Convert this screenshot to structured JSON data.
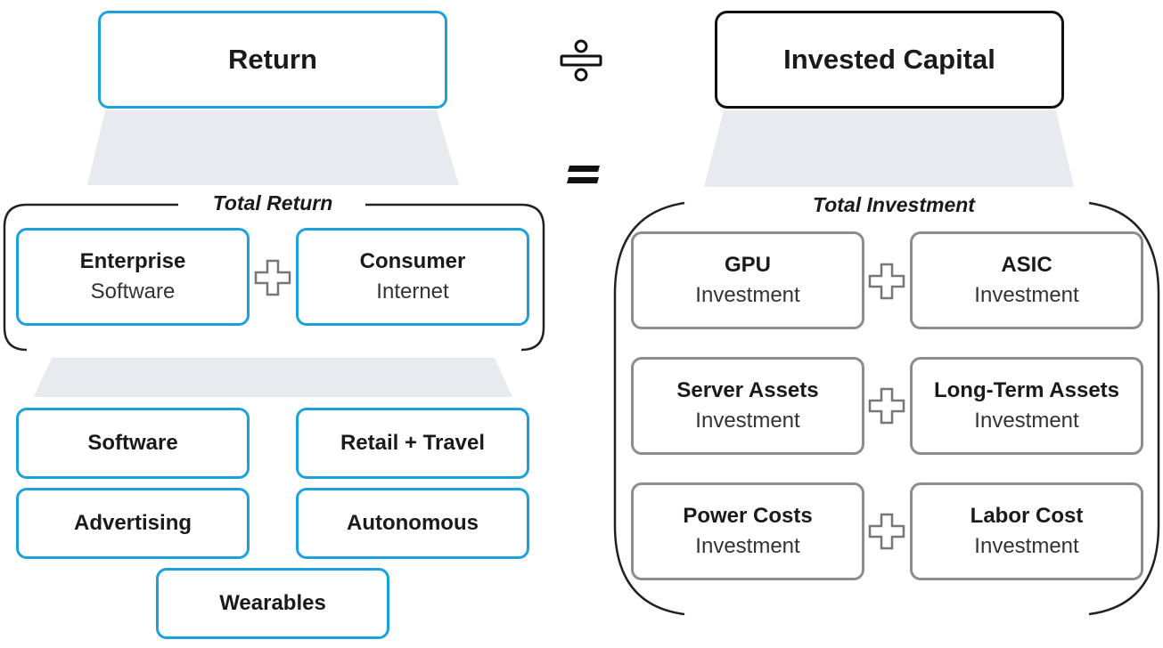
{
  "left": {
    "top_label": "Return",
    "group_label": "Total Return",
    "components": [
      {
        "bold": "Enterprise",
        "sub": "Software"
      },
      {
        "bold": "Consumer",
        "sub": "Internet"
      }
    ],
    "categories": [
      "Software",
      "Retail + Travel",
      "Advertising",
      "Autonomous",
      "Wearables"
    ]
  },
  "right": {
    "top_label": "Invested Capital",
    "group_label": "Total Investment",
    "components": [
      {
        "bold": "GPU",
        "sub": "Investment"
      },
      {
        "bold": "ASIC",
        "sub": "Investment"
      },
      {
        "bold": "Server Assets",
        "sub": "Investment"
      },
      {
        "bold": "Long-Term Assets",
        "sub": "Investment"
      },
      {
        "bold": "Power Costs",
        "sub": "Investment"
      },
      {
        "bold": "Labor Cost",
        "sub": "Investment"
      }
    ]
  },
  "colors": {
    "return_border": "#1ba1dc",
    "investment_border": "#8c8c8c",
    "capital_border": "#111111",
    "funnel": "#e8eaf0"
  },
  "operators": {
    "divide": "divide-icon",
    "equals": "equals-icon",
    "plus": "plus-icon"
  }
}
